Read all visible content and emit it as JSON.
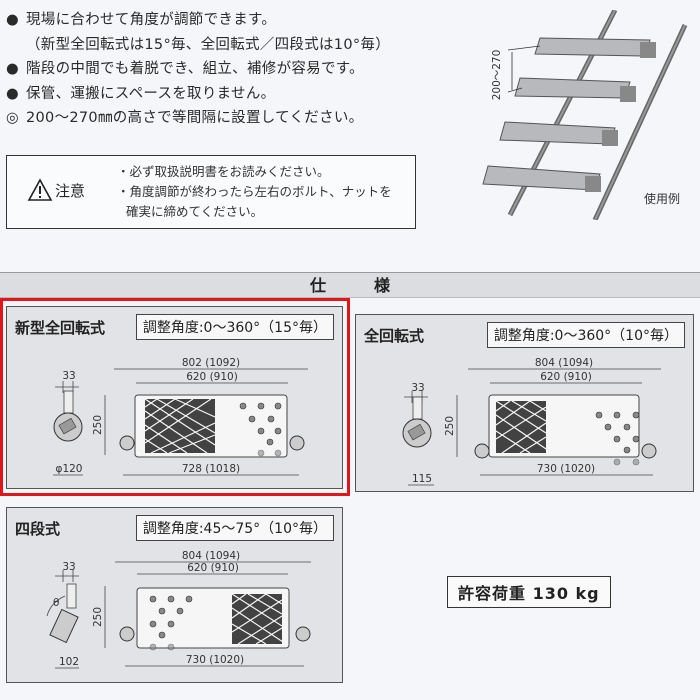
{
  "features": {
    "lines": [
      {
        "marker": "●",
        "text": "現場に合わせて角度が調節できます。"
      },
      {
        "marker": "",
        "text": "（新型全回転式は15°毎、全回転式／四段式は10°毎）"
      },
      {
        "marker": "●",
        "text": "階段の中間でも着脱でき、組立、補修が容易です。"
      },
      {
        "marker": "●",
        "text": "保管、運搬にスペースを取りません。"
      },
      {
        "marker": "◎",
        "text": "200〜270㎜の高さで等間隔に設置してください。"
      }
    ]
  },
  "caution": {
    "icon": "warning-triangle-icon",
    "label": "注意",
    "items": [
      "・必ず取扱説明書をお読みください。",
      "・角度調節が終わったら左右のボルト、ナットを",
      "確実に締めてください。"
    ]
  },
  "illustration": {
    "dimension": "200〜270",
    "caption": "使用例"
  },
  "spec": {
    "title": "仕様",
    "models": [
      {
        "name": "新型全回転式",
        "angle": "調整角度:0〜360°（15°毎）",
        "highlighted": true,
        "dims": {
          "side_width": "33",
          "side_dia": "φ120",
          "overall": "802 (1092)",
          "inner": "620 (910)",
          "height": "250",
          "bottom": "728 (1018)"
        }
      },
      {
        "name": "全回転式",
        "angle": "調整角度:0〜360°（10°毎）",
        "highlighted": false,
        "dims": {
          "side_width": "33",
          "side_dia": "115",
          "overall": "804 (1094)",
          "inner": "620 (910)",
          "height": "250",
          "bottom": "730 (1020)"
        }
      },
      {
        "name": "四段式",
        "angle": "調整角度:45〜75°（10°毎）",
        "highlighted": false,
        "dims": {
          "side_width": "33",
          "side_dia": "102",
          "theta": "θ",
          "overall": "804 (1094)",
          "inner": "620 (910)",
          "height": "250",
          "bottom": "730 (1020)"
        }
      }
    ],
    "load": "許容荷重  130 kg"
  },
  "colors": {
    "highlight": "#e0161b",
    "panel_bg": "#e2e3e6",
    "bar_bg": "#dcdde0"
  }
}
